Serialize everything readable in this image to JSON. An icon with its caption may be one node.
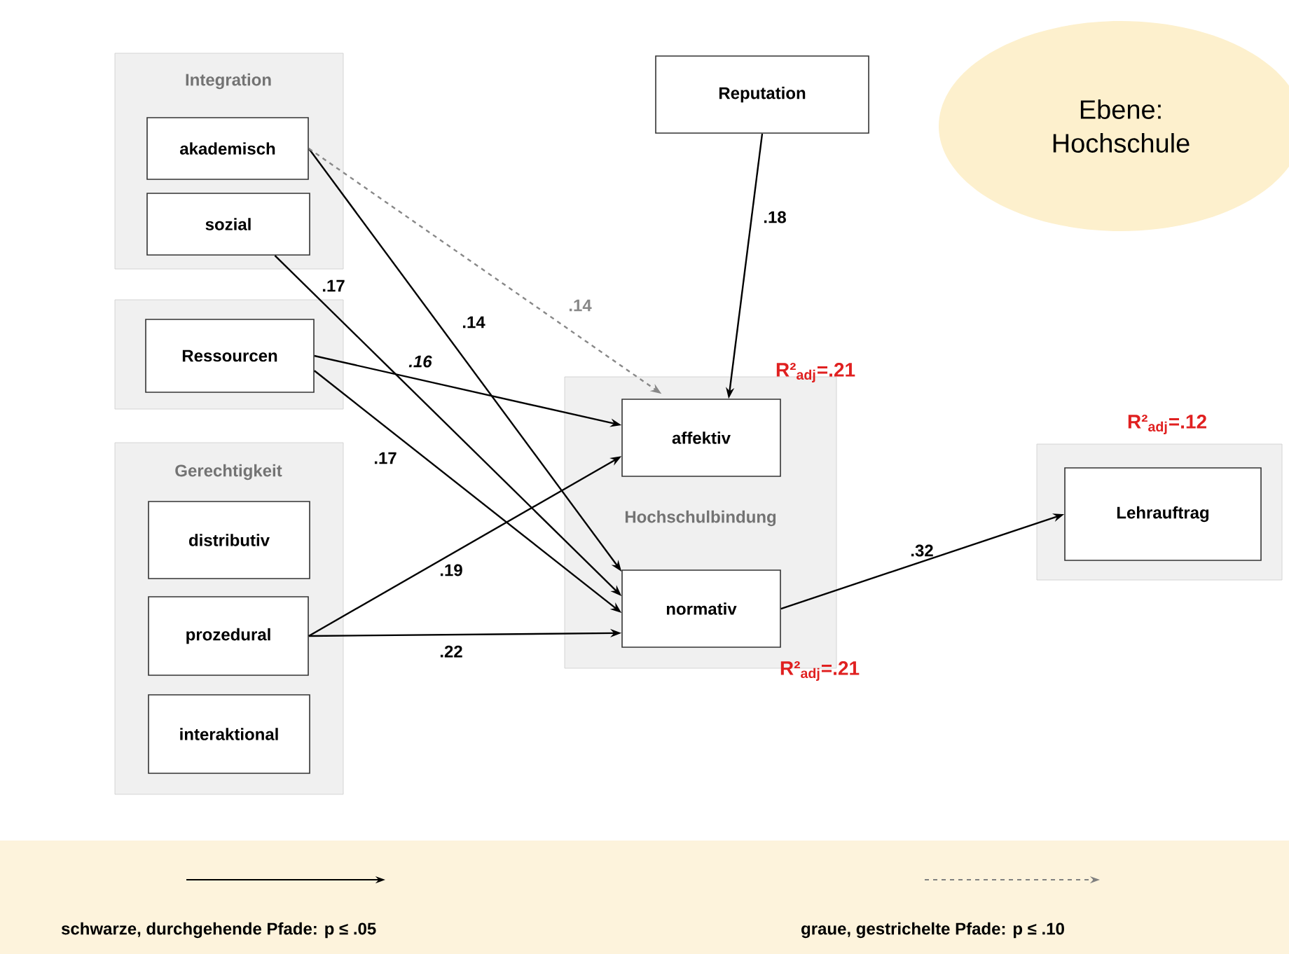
{
  "diagram": {
    "nodes": [
      {
        "text": [
          "Integration"
        ]
      },
      {
        "text": [
          "akademisch"
        ],
        "in": 0
      },
      {
        "text": [
          "sozial"
        ],
        "in": 0
      },
      {
        "text": [],
        "shape": "box"
      },
      {
        "text": [
          "Ressourcen"
        ],
        "in": 3
      },
      {
        "text": [
          "Gerechtigkeit"
        ]
      },
      {
        "text": [
          "distributiv"
        ],
        "in": 5
      },
      {
        "text": [
          "prozedural"
        ],
        "in": 5
      },
      {
        "text": [
          "interaktional"
        ],
        "in": 5
      },
      {
        "text": [
          "Reputation"
        ]
      },
      {
        "text": [
          "Ebene: Hochschule"
        ]
      },
      {
        "text": [
          "Hochschulbindung"
        ]
      },
      {
        "text": [
          "affektiv"
        ],
        "in": 11,
        "beside": [
          "R²$_{adj}$=.21"
        ]
      },
      {
        "text": [
          "normativ"
        ],
        "in": 11,
        "beside": [
          "R²$_{adj}$=.21"
        ]
      },
      {
        "text": [],
        "shape": "box"
      },
      {
        "text": [
          "Lehrauftrag"
        ],
        "in": 14,
        "beside": [
          "R²$_{adj}$=.12"
        ]
      }
    ],
    "edges": [
      {
        "from": 1,
        "to": 13,
        "arrow": "to",
        "label": ".14"
      },
      {
        "from": 1,
        "to": 12,
        "arrow": "to",
        "label": ".14",
        "style": "dashed",
        "color": "#888888"
      },
      {
        "from": 2,
        "to": 13,
        "arrow": "to",
        "label": ".17"
      },
      {
        "from": 4,
        "to": 12,
        "arrow": "to",
        "label": "*.16*"
      },
      {
        "from": 4,
        "to": 13,
        "arrow": "to",
        "label": ".17"
      },
      {
        "from": 7,
        "to": 12,
        "arrow": "to",
        "label": ".19"
      },
      {
        "from": 7,
        "to": 13,
        "arrow": "to",
        "label": ".22"
      },
      {
        "from": 9,
        "to": 12,
        "arrow": "to",
        "label": ".18"
      },
      {
        "from": 13,
        "to": 15,
        "arrow": "to",
        "label": ".32"
      }
    ],
    "legend": [
      {
        "text": "schwarze, durchgehende Pfade: p ≤ .05"
      },
      {
        "text": "graue, gestrichelte Pfade: p ≤ .10"
      }
    ]
  }
}
